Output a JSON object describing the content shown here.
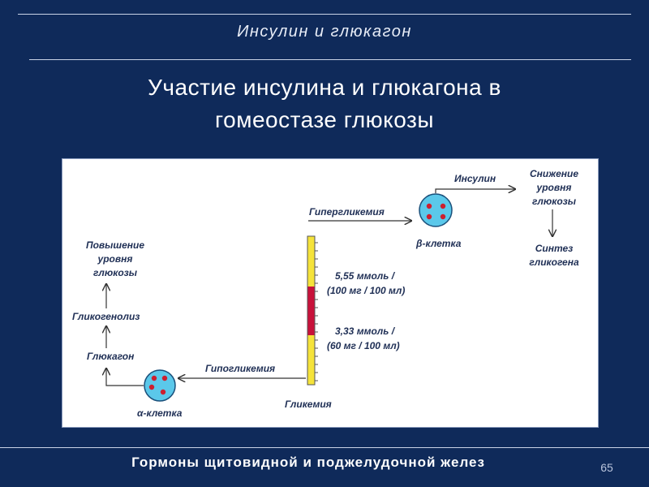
{
  "header": {
    "title": "Инсулин и глюкагон"
  },
  "title": {
    "line1": "Участие инсулина и глюкагона в",
    "line2": "гомеостазе глюкозы"
  },
  "diagram": {
    "hyperglycemia": "Гипергликемия",
    "insulin": "Инсулин",
    "glucose_decrease": [
      "Снижение",
      "уровня",
      "глюкозы"
    ],
    "glycogen_synthesis": [
      "Синтез",
      "гликогена"
    ],
    "beta_cell": "β-клетка",
    "high_level": [
      "5,55 ммоль /",
      "(100 мг / 100 мл)"
    ],
    "low_level": [
      "3,33 ммоль /",
      "(60 мг / 100 мл)"
    ],
    "glucose_increase": [
      "Повышение",
      "уровня",
      "глюкозы"
    ],
    "glycogenolysis": "Гликогенолиз",
    "glucagon": "Глюкагон",
    "hypoglycemia": "Гипогликемия",
    "alpha_cell": "α-клетка",
    "glycemia": "Гликемия"
  },
  "footer": {
    "text": "Гормоны щитовидной и поджелудочной желез",
    "page": "65"
  },
  "colors": {
    "background": "#0f2a5a",
    "cell": "#5bc8ea",
    "nucleus": "#cc1f2f",
    "scale_yellow": "#f5e33a",
    "scale_red": "#c8113a"
  }
}
